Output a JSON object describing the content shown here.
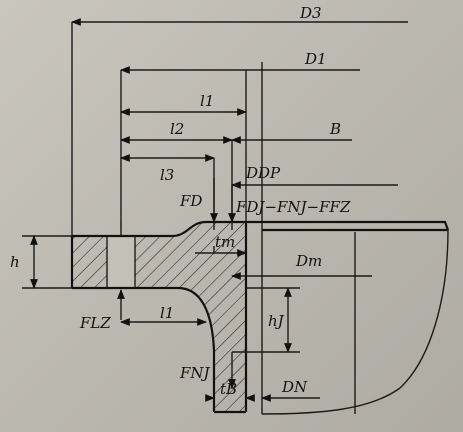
{
  "labels": {
    "D3": "D3",
    "D1": "D1",
    "l1_top": "l1",
    "l2": "l2",
    "B": "B",
    "l3": "l3",
    "DDP": "DDP",
    "FD": "FD",
    "Fcombo": "FDJ−FNJ−FFZ",
    "tm": "tm",
    "Dm": "Dm",
    "h": "h",
    "hJ": "hJ",
    "FLZ": "FLZ",
    "l1_bottom": "l1",
    "FNJ": "FNJ",
    "tB": "tB",
    "DN": "DN"
  }
}
